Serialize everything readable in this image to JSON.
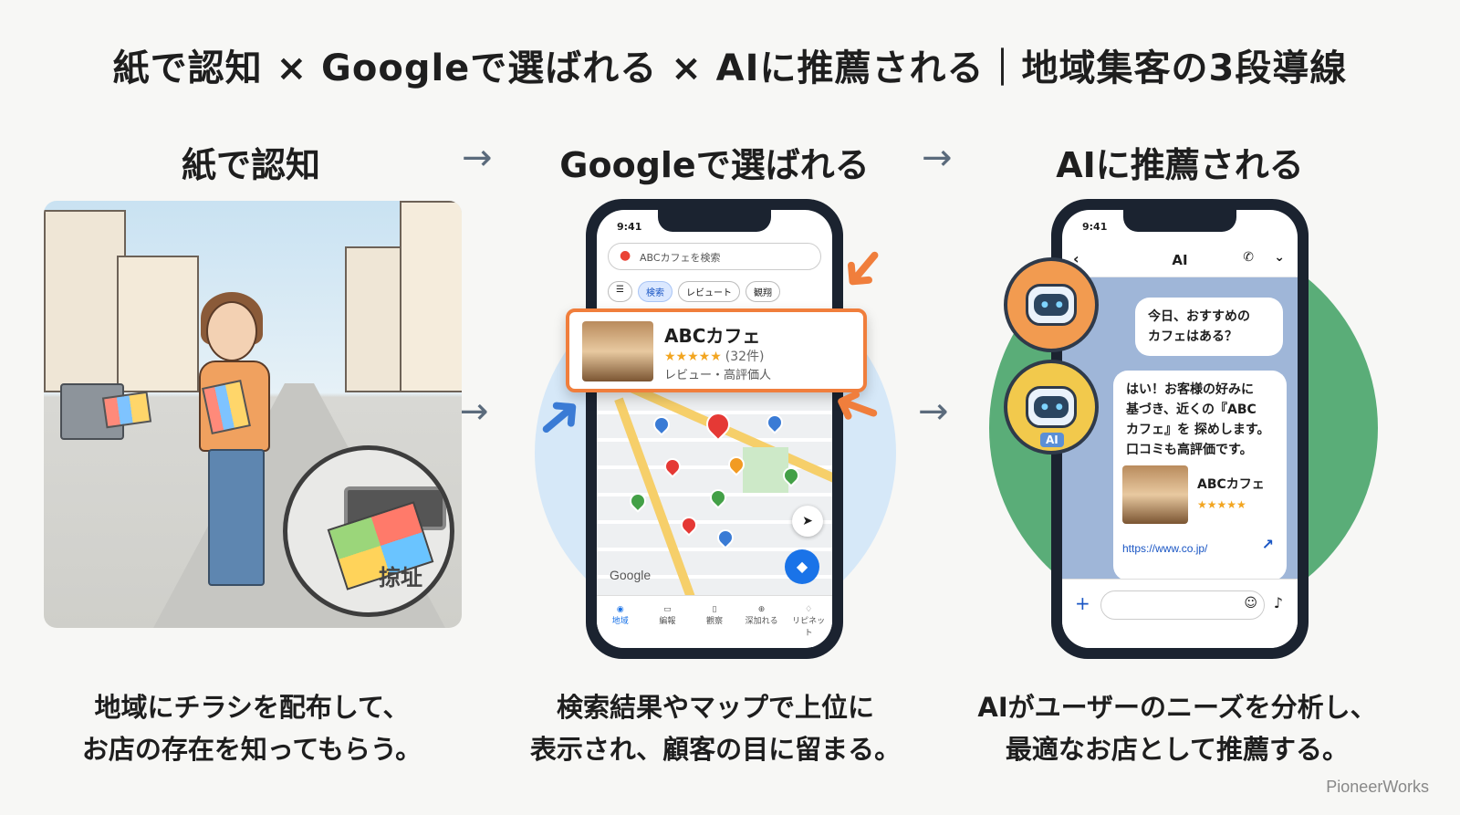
{
  "title": "紙で認知 × Googleで選ばれる × AIに推薦される｜地域集客の3段導線",
  "steps": [
    {
      "head": "紙で認知",
      "caption_l1": "地域にチラシを配布して、",
      "caption_l2": "お店の存在を知ってもらう。"
    },
    {
      "head": "Googleで選ばれる",
      "caption_l1": "検索結果やマップで上位に",
      "caption_l2": "表示され、顧客の目に留まる。"
    },
    {
      "head": "AIに推薦される",
      "caption_l1": "AIがユーザーのニーズを分析し、",
      "caption_l2": "最適なお店として推薦する。"
    }
  ],
  "arrow": "→",
  "panel1": {
    "stamp": "掠址"
  },
  "maps_phone": {
    "time": "9:41",
    "search_placeholder": "ABCカフェを検索",
    "chips": [
      "検索",
      "レビュート",
      "観翔"
    ],
    "google_logo": "Google",
    "nav": [
      "地域",
      "編報",
      "觀察",
      "深加れる",
      "リピネット"
    ],
    "card": {
      "name": "ABCカフェ",
      "stars": "★★★★★",
      "count": "(32件)",
      "sub": "レビュー・高評価人"
    }
  },
  "ai_phone": {
    "time": "9:41",
    "header": "AI",
    "user_msg_l1": "今日、おすすめの",
    "user_msg_l2": "カフェはある？",
    "ai_msg_l1": "はい！お客様の好みに",
    "ai_msg_l2": "基づき、近くの『ABC",
    "ai_msg_l3": "カフェ』を 探めします。",
    "ai_msg_l4": "口コミも高評価です。",
    "shop_name": "ABCカフェ",
    "shop_stars": "★★★★★",
    "link": "https://www.co.jp/",
    "robot_badge": "AI"
  },
  "footer": "PioneerWorks",
  "colors": {
    "orange": "#f07e3c",
    "blue": "#3a7bd5",
    "green": "#5aad78"
  }
}
